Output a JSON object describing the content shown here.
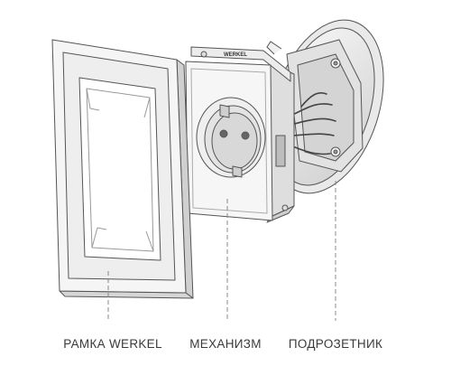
{
  "labels": {
    "frame": "РАМКА WERKEL",
    "mechanism": "МЕХАНИЗМ",
    "box": "ПОДРОЗЕТНИК"
  },
  "brand_mark": "WERKEL",
  "colors": {
    "line": "#555555",
    "frame_fill": "#f4f4f4",
    "shadow": "#d7d7d7",
    "box_fill": "#f0f0f0",
    "dash": "#888888"
  }
}
